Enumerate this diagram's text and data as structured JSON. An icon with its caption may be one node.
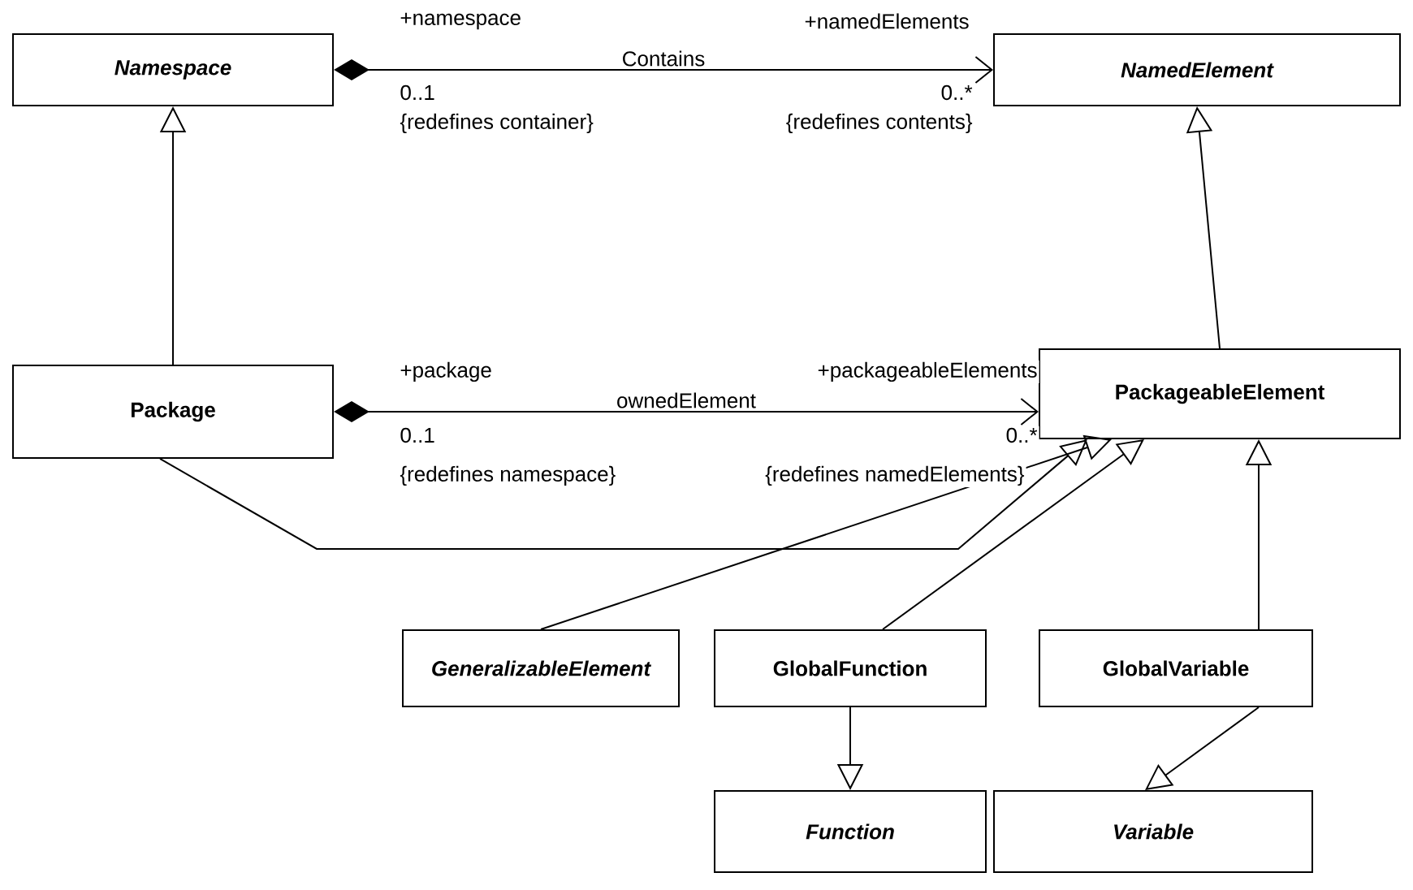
{
  "diagram": {
    "nodes": [
      {
        "text": [
          "Namespace"
        ]
      },
      {
        "text": [
          "NamedElement"
        ]
      },
      {
        "text": [
          "Package"
        ]
      },
      {
        "text": [
          "PackageableElement"
        ]
      },
      {
        "text": [
          "GeneralizableElement"
        ]
      },
      {
        "text": [
          "GlobalFunction"
        ]
      },
      {
        "text": [
          "GlobalVariable"
        ]
      },
      {
        "text": [
          "Function"
        ]
      },
      {
        "text": [
          "Variable"
        ]
      }
    ],
    "edges": [
      {
        "from": 0,
        "to": 1,
        "arrow": "to",
        "label": "Contains"
      },
      {
        "from": 2,
        "to": 3,
        "arrow": "to",
        "label": "ownedElement"
      },
      {
        "from": 2,
        "to": 0,
        "arrow": "to"
      },
      {
        "from": 3,
        "to": 1,
        "arrow": "to"
      },
      {
        "from": 2,
        "to": 3,
        "arrow": "to"
      },
      {
        "from": 4,
        "to": 3,
        "arrow": "to"
      },
      {
        "from": 5,
        "to": 3,
        "arrow": "to"
      },
      {
        "from": 6,
        "to": 3,
        "arrow": "to"
      },
      {
        "from": 5,
        "to": 7,
        "arrow": "to"
      },
      {
        "from": 6,
        "to": 8,
        "arrow": "to"
      }
    ],
    "labels": [
      "+namespace",
      "+namedElements",
      "0..1",
      "0..*",
      "{redefines container}",
      "{redefines contents}",
      "+package",
      "+packageableElements",
      "0..1",
      "0..*",
      "{redefines namespace}",
      "{redefines namedElements}"
    ]
  }
}
